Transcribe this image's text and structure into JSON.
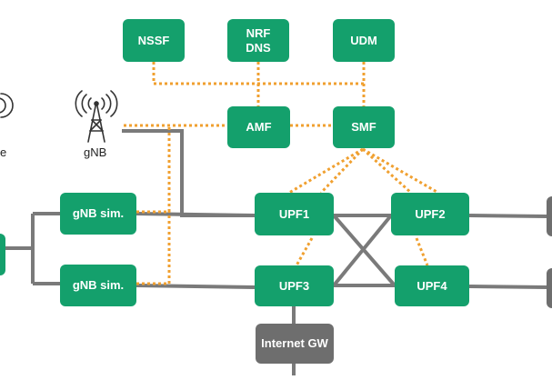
{
  "nodes": {
    "nssf": "NSSF",
    "nrf_line1": "NRF",
    "nrf_line2": "DNS",
    "udm": "UDM",
    "amf": "AMF",
    "smf": "SMF",
    "gnb_sim_1": "gNB sim.",
    "gnb_sim_2": "gNB sim.",
    "upf1": "UPF1",
    "upf2": "UPF2",
    "upf3": "UPF3",
    "upf4": "UPF4",
    "internet_gw": "Internet GW"
  },
  "labels": {
    "gnb": "gNB",
    "ue_partial": "e"
  },
  "icons": {
    "gnb": "antenna-tower-icon",
    "ue": "antenna-signal-icon"
  },
  "colors": {
    "node_fill": "#14a06c",
    "gateway_fill": "#6e6e6e",
    "data_link": "#7a7a7a",
    "control_link": "#f0a030"
  }
}
